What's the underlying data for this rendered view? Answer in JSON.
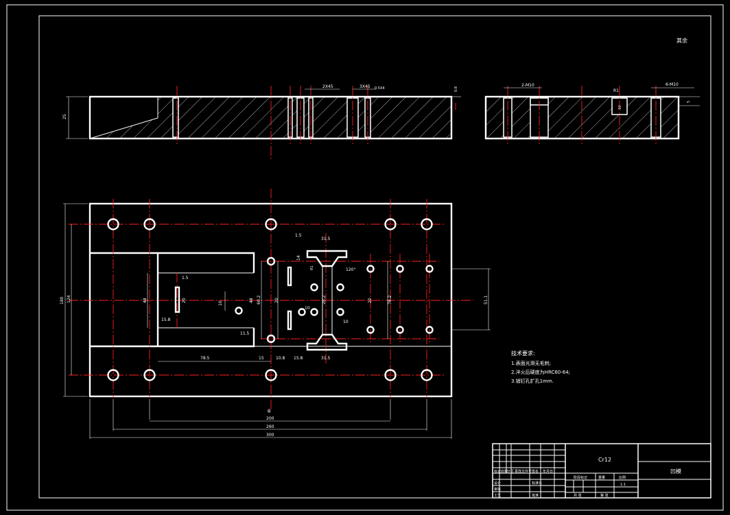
{
  "drawing": {
    "corner_note": "其余",
    "section_dims": {
      "height_left": "25",
      "chamfer_1": "2X45",
      "chamfer_2": "3X45",
      "chamfer_3": "0.5X4",
      "top_right_left": "0.8",
      "screw_holes": "2-M10",
      "radius": "R1",
      "groove_depth": "10",
      "screw_holes_right": "6-M10",
      "thickness_right": "5"
    },
    "plan_dims": {
      "total_height": "180",
      "hole_spacing_v": "124",
      "slot_width": "48",
      "slot_len": "78.5",
      "d_15": "15",
      "d_10_8": "10.8",
      "d_15_8": "15.8",
      "d_31_5_bottom": "31.5",
      "d_31_5_top": "31.5",
      "d_1_5_top": "1.5",
      "d_14": "14",
      "d_R1": "R1",
      "d_120": "120°",
      "d_1_5_left": "1.5",
      "d_20_left": "20",
      "d_15_8_left": "15.8",
      "d_10_left": "10",
      "d_11_5": "11.5",
      "d_48_right": "48",
      "d_60_2": "60.2",
      "d_20_mid": "20",
      "d_28_2": "28.2",
      "d_10_a": "10",
      "d_10_b": "10",
      "d_20_right": "20",
      "d_76_2": "76.2",
      "d_51_1": "51.1",
      "d_theta": "θ",
      "d_200": "200",
      "d_260": "260",
      "d_300": "300"
    },
    "tech_requirements": {
      "title": "技术要求:",
      "items": [
        "1.表面光滑无毛刺;",
        "2.淬火后硬度为HRC60-64;",
        "3.销钉孔扩孔1mm."
      ]
    },
    "title_block": {
      "material": "Cr12",
      "part_name": "凹模",
      "labels": [
        "标记",
        "处数",
        "分区",
        "更改文件号",
        "签名",
        "年月日",
        "设计",
        "标准化",
        "阶段标记",
        "重量",
        "比例",
        "审核",
        "工艺",
        "批准",
        "共 张",
        "第 张",
        "1:1"
      ]
    }
  }
}
